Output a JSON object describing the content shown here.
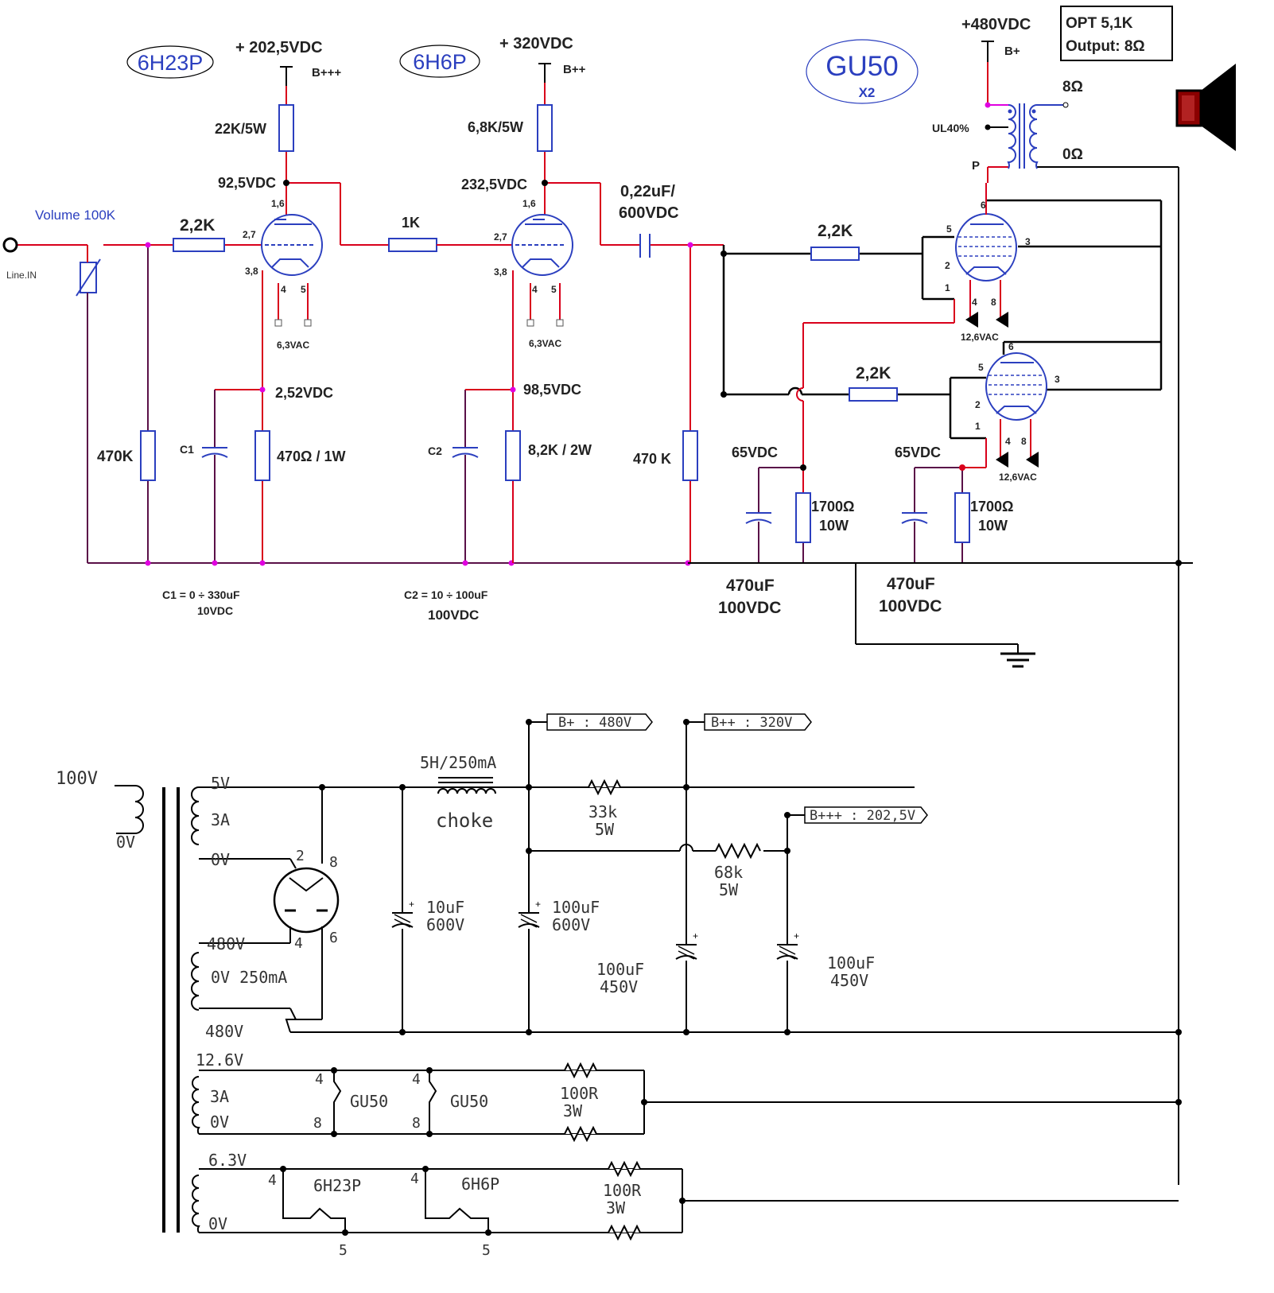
{
  "colors": {
    "red": "#d9001b",
    "purple": "#5a1048",
    "black": "#000000",
    "blue": "#2b3fbf",
    "magenta": "#e000e0"
  },
  "tubes": {
    "v1": "6H23P",
    "v2": "6H6P",
    "v3": "GU50",
    "v3_count": "X2"
  },
  "top": {
    "b3": "+ 202,5VDC",
    "b3_tag": "B+++",
    "b2": "+ 320VDC",
    "b2_tag": "B++",
    "b1": "+480VDC",
    "b1_tag": "B+",
    "opt_line1": "OPT 5,1K",
    "opt_line2": "Output: 8Ω",
    "tap_8": "8Ω",
    "tap_0": "0Ω",
    "ul": "UL40%",
    "p": "P"
  },
  "input": {
    "volume": "Volume 100K",
    "line_in": "Line.IN"
  },
  "stage1": {
    "r_plate": "22K/5W",
    "v_plate": "92,5VDC",
    "r_grid": "2,2K",
    "pin_16": "1,6",
    "pin_27": "2,7",
    "pin_38": "3,8",
    "pin_4": "4",
    "pin_5": "5",
    "heater": "6,3VAC",
    "v_cathode": "2,52VDC",
    "r_in": "470K",
    "c": "C1",
    "r_cathode": "470Ω / 1W",
    "c_note1": "C1 = 0 ÷ 330uF",
    "c_note2": "10VDC"
  },
  "stage2": {
    "r_plate": "6,8K/5W",
    "v_plate": "232,5VDC",
    "r_grid": "1K",
    "pin_16": "1,6",
    "pin_27": "2,7",
    "pin_38": "3,8",
    "pin_4": "4",
    "pin_5": "5",
    "heater": "6,3VAC",
    "v_cathode": "98,5VDC",
    "c": "C2",
    "r_cathode": "8,2K / 2W",
    "c_note1": "C2 = 10 ÷ 100uF",
    "c_note2": "100VDC",
    "coupling_1": "0,22uF/",
    "coupling_2": "600VDC",
    "r_leak": "470 K"
  },
  "output_stage": {
    "r_grid_a": "2,2K",
    "r_grid_b": "2,2K",
    "p6a": "6",
    "p5a": "5",
    "p3a": "3",
    "p2a": "2",
    "p1a": "1",
    "p4a": "4",
    "p8a": "8",
    "heat_a": "12,6VAC",
    "p6b": "6",
    "p5b": "5",
    "p3b": "3",
    "p2b": "2",
    "p1b": "1",
    "p4b": "4",
    "p8b": "8",
    "heat_b": "12,6VAC",
    "v_cath_a": "65VDC",
    "v_cath_b": "65VDC",
    "r_cath_a1": "1700Ω",
    "r_cath_a2": "10W",
    "r_cath_b1": "1700Ω",
    "r_cath_b2": "10W",
    "c_a1": "470uF",
    "c_a2": "100VDC",
    "c_b1": "470uF",
    "c_b2": "100VDC"
  },
  "psu": {
    "primary": "100V",
    "primary_0": "0V",
    "w5v": "5V",
    "w3a": "3A",
    "w0v": "0V",
    "rect_p2": "2",
    "rect_p8": "8",
    "rect_p4": "4",
    "rect_p6": "6",
    "hv_top": "480V",
    "hv_ct": "0V  250mA",
    "hv_bot": "480V",
    "choke_val": "5H/250mA",
    "choke": "choke",
    "c1a": "10uF",
    "c1b": "600V",
    "c2a": "100uF",
    "c2b": "600V",
    "r1a": "33k",
    "r1b": "5W",
    "r2a": "68k",
    "r2b": "5W",
    "c3a": "100uF",
    "c3b": "450V",
    "c4a": "100uF",
    "c4b": "450V",
    "tag_b1": "B+ : 480V",
    "tag_b2": "B++ : 320V",
    "tag_b3": "B+++ : 202,5V"
  },
  "heaters": {
    "w126": "12.6V",
    "w126_a": "3A",
    "w126_0": "0V",
    "gu_p4a": "4",
    "gu_p8a": "8",
    "gu_a": "GU50",
    "gu_p4b": "4",
    "gu_p8b": "8",
    "gu_b": "GU50",
    "r126a": "100R",
    "r126b": "3W",
    "w63": "6.3V",
    "w63_0": "0V",
    "t1_p4": "4",
    "t1": "6H23P",
    "t1_p5": "5",
    "t2_p4": "4",
    "t2": "6H6P",
    "t2_p5": "5",
    "r63a": "100R",
    "r63b": "3W"
  }
}
